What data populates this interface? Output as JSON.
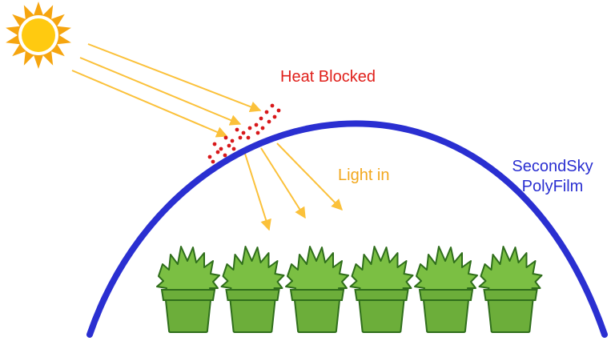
{
  "labels": {
    "heat_blocked": "Heat Blocked",
    "light_in": "Light in",
    "film_line1": "SecondSky",
    "film_line2": "PolyFilm"
  },
  "colors": {
    "heat_text": "#e0201b",
    "light_text": "#f2a81d",
    "film_text": "#2a2fd1",
    "arch": "#2a2fd1",
    "sun_core": "#ffca10",
    "sun_rays": "#f6a50f",
    "ray_arrow": "#fbc13a",
    "heat_dots": "#d8181a",
    "plant_leaves": "#7bbf43",
    "plant_outline": "#2f6e1b",
    "pot": "#6cae3a"
  },
  "icons": {
    "sun": "sun-icon",
    "plant": "potted-plant-icon"
  },
  "plant_count": 6
}
